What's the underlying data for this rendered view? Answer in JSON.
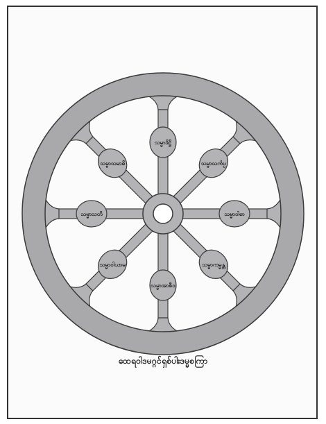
{
  "diagram": {
    "caption": "ထေရဝါဒမဂ္ဂင်ရှစ်ပါးဒမ္မစကြာ",
    "spoke_labels": [
      "သမ္မာဒိဋ္ဌိ",
      "သမ္မာသင်္ကပ္ပ",
      "သမ္မာဝါစာ",
      "သမ္မာကမ္မန္တ",
      "သမ္မာအာဇီဝ",
      "သမ္မာဝါယာမ",
      "သမ္မာသတိ",
      "သမ္မာသမာဓိ"
    ]
  },
  "colors": {
    "rim": "#a9a9ab",
    "spoke": "#b3b3b5",
    "outline": "#3a3a3a"
  }
}
